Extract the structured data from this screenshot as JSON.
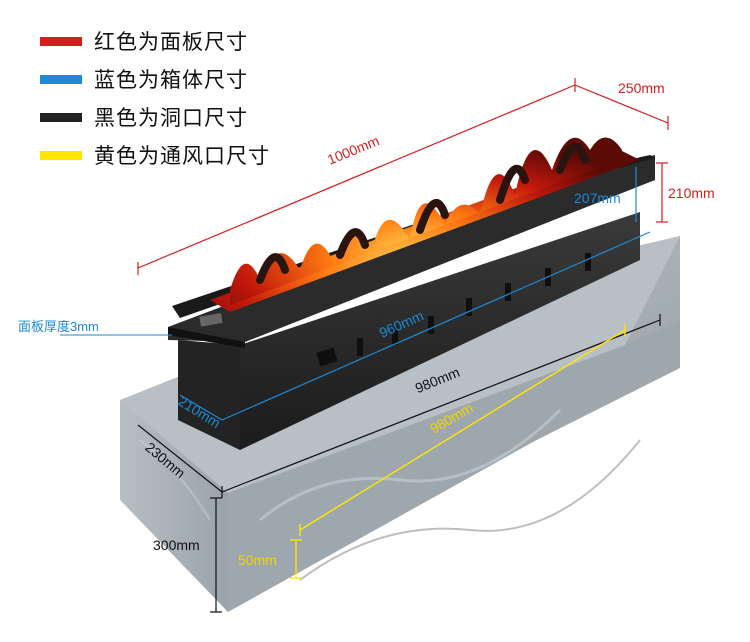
{
  "legend": [
    {
      "text": "红色为面板尺寸",
      "color": "#d51d1d"
    },
    {
      "text": "蓝色为箱体尺寸",
      "color": "#1d8ad5"
    },
    {
      "text": "黑色为洞口尺寸",
      "color": "#222222"
    },
    {
      "text": "黄色为通风口尺寸",
      "color": "#ffe600"
    }
  ],
  "dimensions": {
    "panel_length": "1000mm",
    "panel_depth": "250mm",
    "panel_height": "210mm",
    "box_height": "207mm",
    "box_length": "960mm",
    "box_depth": "210mm",
    "opening_length": "980mm",
    "opening_depth": "230mm",
    "opening_height": "300mm",
    "vent_length": "980mm",
    "vent_height": "50mm"
  },
  "panel_thickness_note": "面板厚度3mm"
}
